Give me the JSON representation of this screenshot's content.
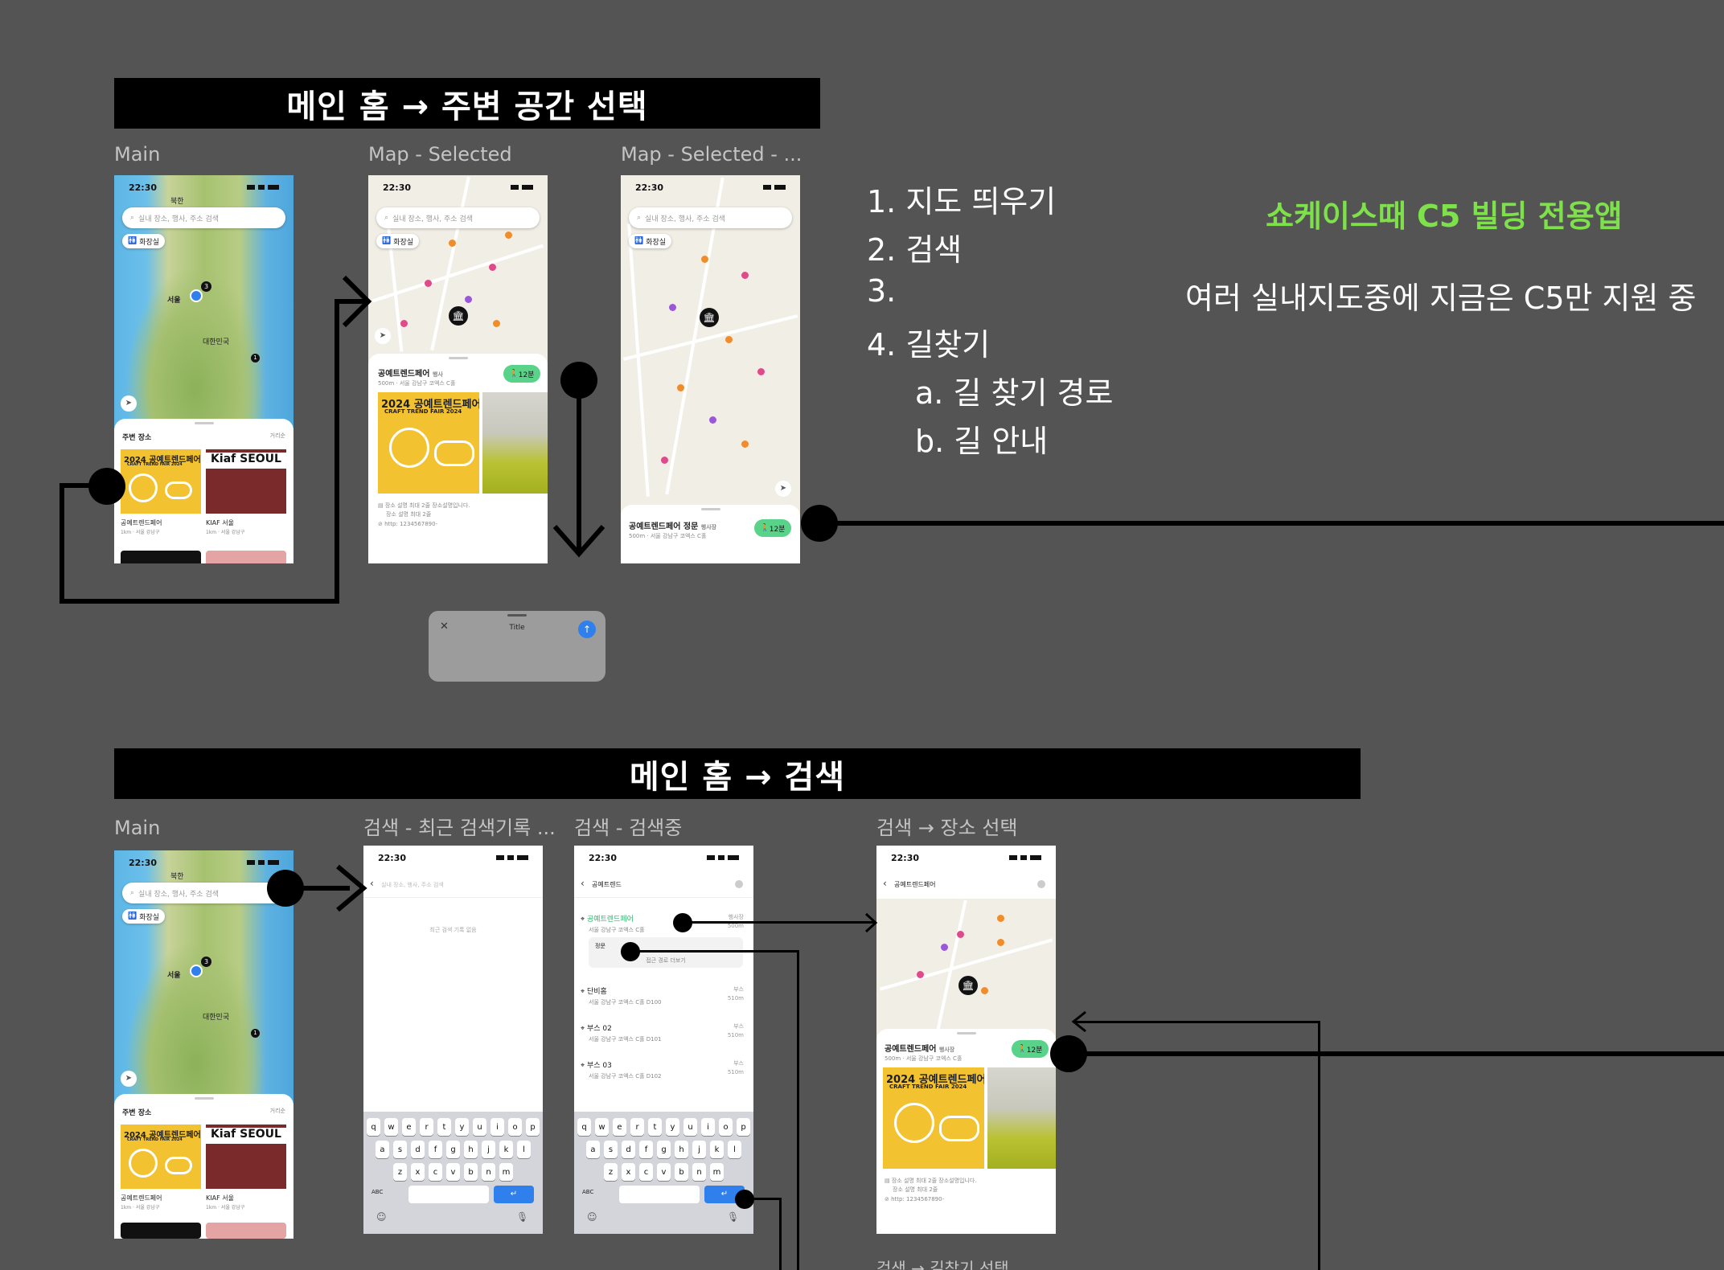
{
  "section1": {
    "banner": "메인 홈 → 주변 공간 선택",
    "frames": [
      "Main",
      "Map - Selected",
      "Map - Selected - ..."
    ]
  },
  "section2": {
    "banner": "메인 홈 → 검색",
    "frames": [
      "Main",
      "검색 - 최근 검색기록 ...",
      "검색 - 검색중",
      "검색 → 장소 선택"
    ]
  },
  "status": {
    "time": "22:30"
  },
  "search": {
    "placeholder": "실내 장소, 행사, 주소 검색"
  },
  "chips": {
    "restroom": "화장실"
  },
  "map": {
    "north": "북한",
    "seoul": "서울",
    "korea": "대한민국",
    "cluster1": "3",
    "cluster2": "1"
  },
  "nearby": {
    "title": "주변 장소",
    "distance_sort": "거리순",
    "cards": [
      {
        "name": "공예트렌드페어",
        "meta": "1km · 서울 강남구"
      },
      {
        "name": "KIAF 서울",
        "meta": "1km · 서울 강남구"
      }
    ]
  },
  "poster": {
    "big": "2024 공예트렌드페어",
    "sub": "CRAFT TREND FAIR 2024",
    "kiaf": "Kiaf SEOUL"
  },
  "place": {
    "name": "공예트렌드페어",
    "type": "행사",
    "meta": "500m · 서울 강남구 코엑스 C홀",
    "walk": "12분",
    "desc1": "장소 설명 최대 2줄 장소설명입니다.",
    "desc2": "장소 설명 최대 2줄",
    "phone": "http: 1234567890-"
  },
  "place_gate": {
    "name": "공예트렌드페어 정문",
    "type": "행사장",
    "meta": "500m · 서울 강남구 코엑스 C홀",
    "walk": "12분"
  },
  "place_s": {
    "name": "공예트렌드페어",
    "type": "행사장",
    "meta": "500m · 서울 강남구 코엑스 C홀",
    "walk": "12분"
  },
  "modal": {
    "title": "Title"
  },
  "recent": {
    "empty": "최근 검색 기록 없음"
  },
  "typing": {
    "query": "공예트렌드",
    "results": [
      {
        "name": "공예트렌드페어",
        "sub": "서울 강남구 코엑스 C홀",
        "r1": "행사장",
        "r2": "500m"
      },
      {
        "name": "단비홈",
        "sub": "서울 강남구 코엑스 C홀 D100",
        "r1": "부스",
        "r2": "510m"
      },
      {
        "name": "부스 02",
        "sub": "서울 강남구 코엑스 C홀 D101",
        "r1": "부스",
        "r2": "510m"
      },
      {
        "name": "부스 03",
        "sub": "서울 강남구 코엑스 C홀 D102",
        "r1": "부스",
        "r2": "510m"
      }
    ],
    "entrance": "정문",
    "more": "접근 경로 더보기"
  },
  "back_title": "공예트렌드페어",
  "keyboard": {
    "row1": [
      "q",
      "w",
      "e",
      "r",
      "t",
      "y",
      "u",
      "i",
      "o",
      "p"
    ],
    "row2": [
      "a",
      "s",
      "d",
      "f",
      "g",
      "h",
      "j",
      "k",
      "l"
    ],
    "row3": [
      "z",
      "x",
      "c",
      "v",
      "b",
      "n",
      "m"
    ],
    "abc": "ABC"
  },
  "notes": {
    "items": [
      "1. 지도 띄우기",
      "2. 검색",
      "3.",
      "4. 길찾기",
      "a. 길 찾기 경로",
      "b. 길 안내"
    ],
    "highlight": "쇼케이스때 C5 빌딩 전용앱",
    "support": "여러 실내지도중에 지금은 C5만 지원 중"
  },
  "colors": {
    "highlight": "#7ee04a",
    "walk": "#5ad38a",
    "accent": "#2f80ed"
  },
  "bottom_partial": "검색 → 길찾기 선택"
}
